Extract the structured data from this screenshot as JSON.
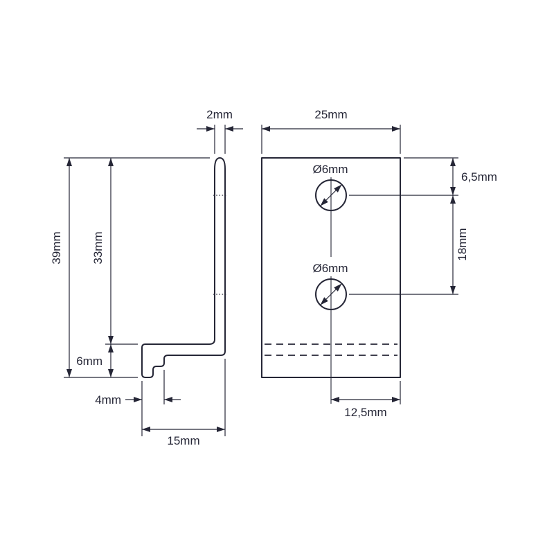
{
  "page": {
    "background": "#ffffff"
  },
  "drawing": {
    "line_color": "#252636",
    "side_view": {
      "name": "side-profile-view",
      "labels": {
        "thickness": "2mm",
        "total_height": "39mm",
        "upper_height": "33mm",
        "lower_height": "6mm",
        "hook_width": "4mm",
        "base_width": "15mm"
      }
    },
    "front_view": {
      "name": "front-view",
      "labels": {
        "width": "25mm",
        "top_hole_diameter": "Ø6mm",
        "bottom_hole_diameter": "Ø6mm",
        "top_hole_offset": "6,5mm",
        "hole_spacing": "18mm",
        "bottom_center_offset": "12,5mm"
      }
    }
  }
}
